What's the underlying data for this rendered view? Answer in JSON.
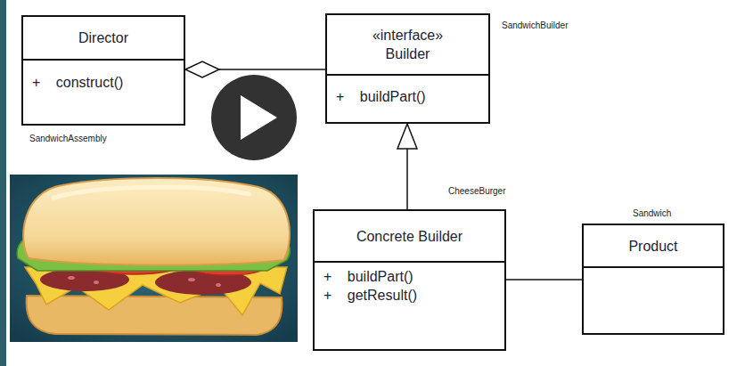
{
  "diagram": {
    "nodes": [
      {
        "text": [
          "Director",
          "+ construct()"
        ]
      },
      {
        "text": [
          "«interface» Builder",
          "+ buildPart()"
        ]
      },
      {
        "text": [
          "Concrete Builder",
          "+ buildPart()",
          "+ getResult()"
        ]
      },
      {
        "text": [
          "Product"
        ]
      }
    ],
    "edges": [
      {
        "from": 1,
        "to": 0,
        "arrow": "to"
      },
      {
        "from": 2,
        "to": 1,
        "arrow": "to"
      },
      {
        "from": 2,
        "to": 3,
        "arrow": "none"
      }
    ],
    "labels": [
      "SandwichAssembly",
      "SandwichBuilder",
      "CheeseBurger",
      "Sandwich"
    ]
  }
}
